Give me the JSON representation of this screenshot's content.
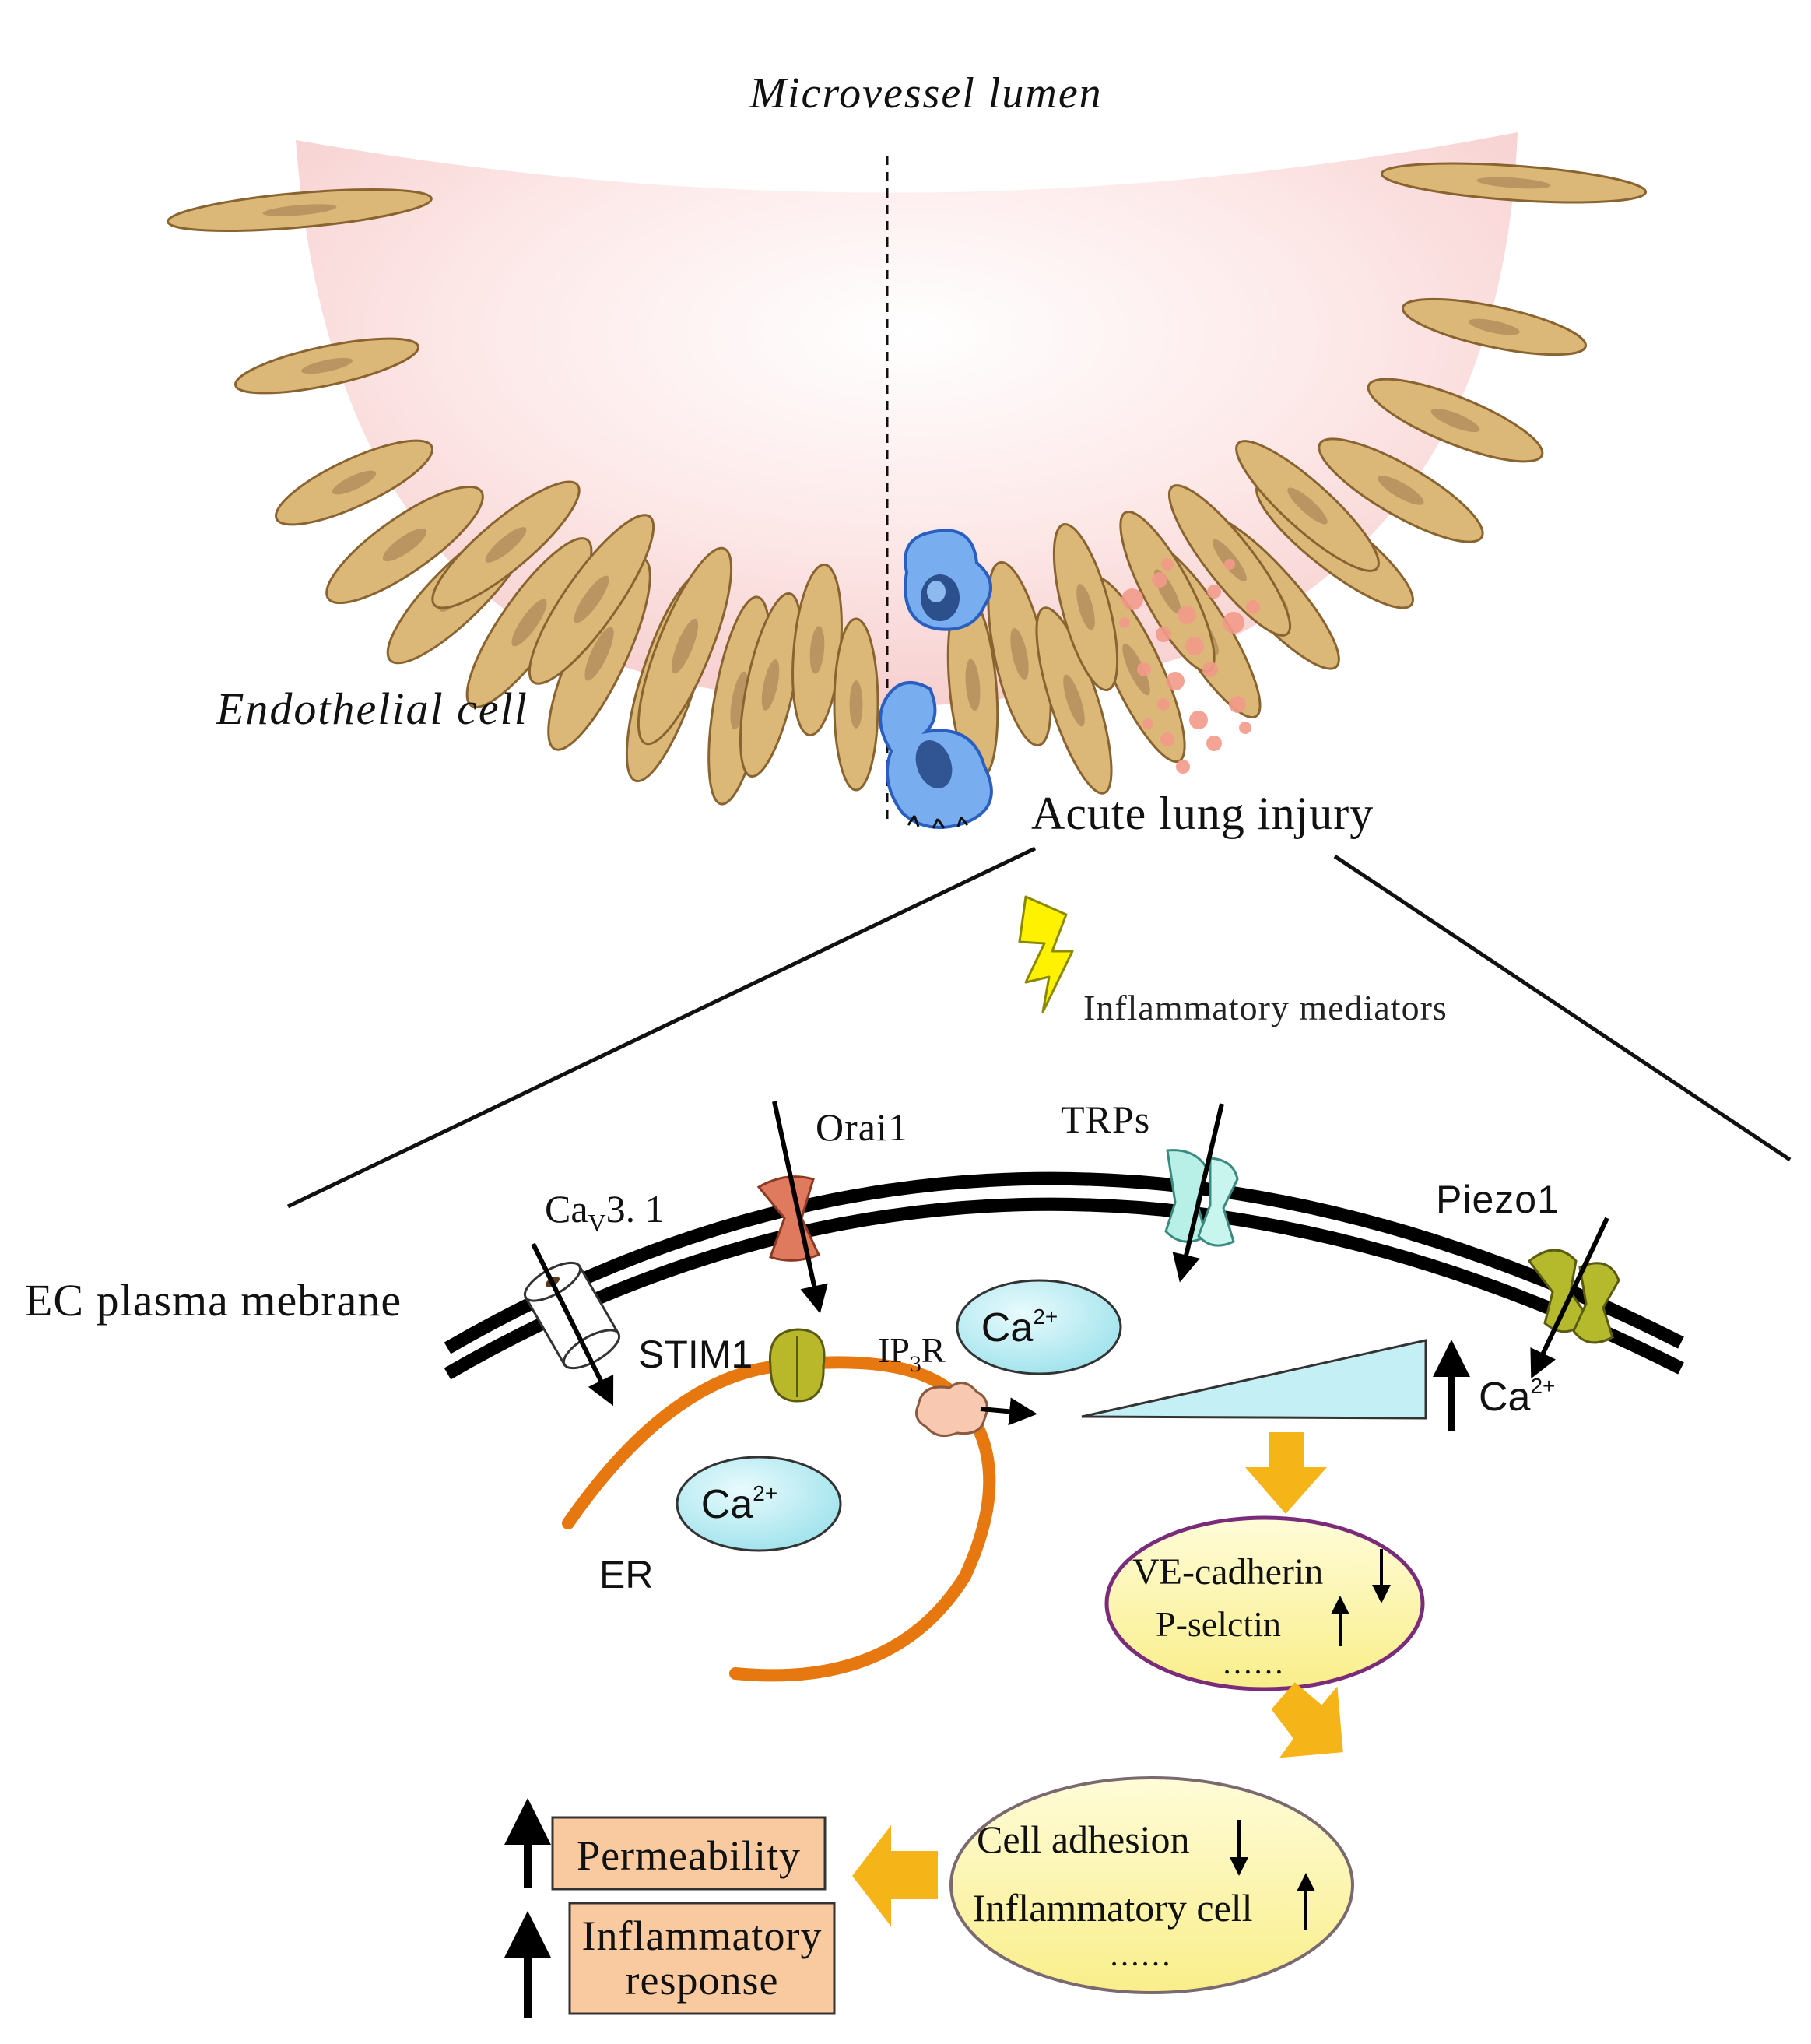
{
  "labels": {
    "lumen": "Microvessel lumen",
    "endothelial": "Endothelial cell",
    "injury": "Acute lung injury",
    "mediators": "Inflammatory mediators",
    "membrane": "EC plasma mebrane",
    "cav_main": "Ca",
    "cav_sub": "V",
    "cav_rest": "3. 1",
    "orai": "Orai1",
    "trps": "TRPs",
    "piezo": "Piezo1",
    "stim": "STIM1",
    "ip3r_main": "IP",
    "ip3r_sub": "3",
    "ip3r_rest": "R",
    "er": "ER",
    "ca_ion": "Ca",
    "ca_charge": "2+"
  },
  "ellipse1": {
    "line1": "VE-cadherin",
    "line2": "P-selctin",
    "dots": "……"
  },
  "ellipse2": {
    "line1": "Cell adhesion",
    "line2": "Inflammatory cell",
    "dots": "……"
  },
  "outcomes": {
    "permeability": "Permeability",
    "inflammatory_1": "Inflammatory",
    "inflammatory_2": "response"
  },
  "colors": {
    "cell_fill": "#dcb878",
    "cell_stroke": "#8a6430",
    "lumen": "#fbe0e0",
    "er": "#e6780f",
    "ca_bubble": "#b7ecf2",
    "flow_arrow": "#f5b418",
    "ellipse_fill": "#fbf29a",
    "ellipse_stroke": "#7a2c7a",
    "outcome_box": "#f9c9a0",
    "orai": "#e07a5e",
    "trps": "#b8efe6",
    "piezo": "#b5b92c",
    "stim": "#b8b82a",
    "ip3r": "#f9c8b0",
    "leukocyte": "#78aef0",
    "lightning": "#fff200"
  }
}
